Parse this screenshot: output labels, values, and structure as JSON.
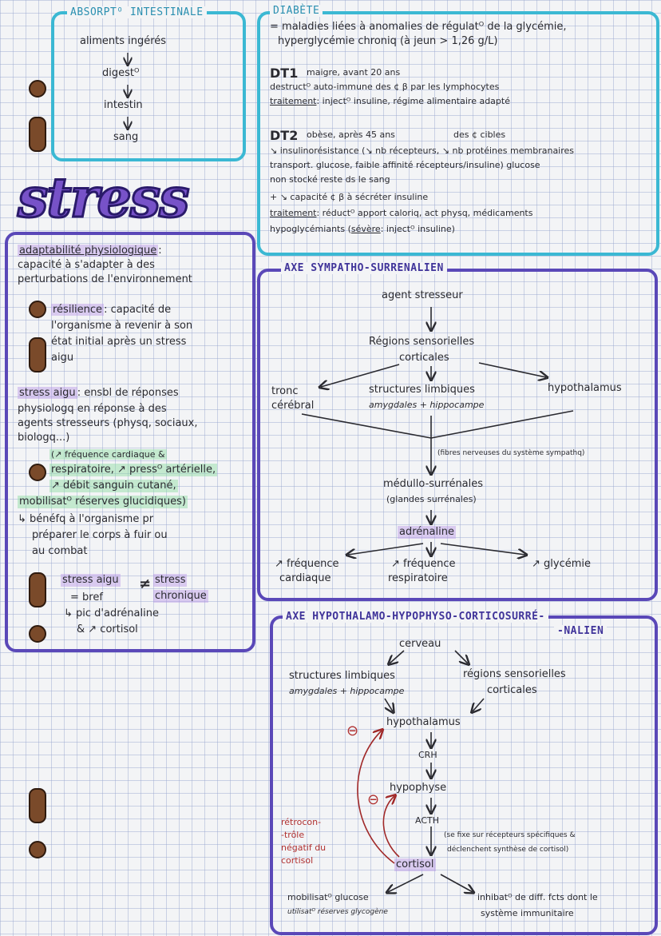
{
  "absorption": {
    "title": "ABSORPTᴼ INTESTINALE",
    "flow": [
      "aliments ingérés",
      "digestᴼ",
      "intestin",
      "sang"
    ]
  },
  "diabete": {
    "title": "DIABÈTE",
    "def_line1": "= maladies liées à anomalies de régulatᴼ de la glycémie,",
    "def_line2": "hyperglycémie chroniq (à jeun > 1,26 g/L)",
    "dt1_label": "DT1",
    "dt1_desc": "maigre, avant 20 ans",
    "dt1_line2": "destructᴼ auto-immune des ¢ β par les lymphocytes",
    "dt1_traitement_label": "traitement",
    "dt1_traitement": ": injectᴼ insuline, régime alimentaire adapté",
    "dt2_label": "DT2",
    "dt2_desc": "obèse, après 45 ans",
    "dt2_cibles": "des ¢ cibles",
    "dt2_line2": "↘ insulinorésistance (↘ nb récepteurs, ↘ nb protéines membranaires",
    "dt2_line3": "transport. glucose, faible affinité récepteurs/insuline) glucose",
    "dt2_line4": "non stocké reste ds le sang",
    "dt2_line5": "+ ↘ capacité ¢ β à sécréter insuline",
    "dt2_traitement_label": "traitement",
    "dt2_traitement": ": réductᴼ apport caloriq, act physq, médicaments",
    "dt2_line7a": "hypoglycémiants (",
    "dt2_severe": "sévère",
    "dt2_line7b": ": injectᴼ insuline)"
  },
  "stress": {
    "title": "stress",
    "adapt_label": "adaptabilité physiologique",
    "adapt_line1": "capacité à s'adapter à des",
    "adapt_line2": "perturbations de l'environnement",
    "resilience_label": "résilience",
    "resilience_line1": ": capacité de",
    "resilience_line2": "l'organisme à revenir à son",
    "resilience_line3": "état initial après un stress",
    "resilience_line4": "aigu",
    "aigu_label": "stress aigu",
    "aigu_line1": ": ensbl de réponses",
    "aigu_line2": "physiologq en réponse à des",
    "aigu_line3": "agents stresseurs (physq, sociaux,",
    "aigu_line4": "biologq...)",
    "effets_line1": "(↗ fréquence cardiaque &",
    "effets_line2": "respiratoire, ↗ pressᴼ artérielle,",
    "effets_line3": "↗ débit sanguin cutané,",
    "effets_line4": "mobilisatᴼ réserves glucidiques)",
    "benef_line1": "↳ bénéfq à l'organisme pr",
    "benef_line2": "préparer le corps à fuir ou",
    "benef_line3": "au combat",
    "compare_aigu": "stress aigu",
    "compare_neq": "≠",
    "compare_chron1": "stress",
    "compare_chron2": "chronique",
    "compare_line1": "= bref",
    "compare_line2": "↳ pic d'adrénaline",
    "compare_line3": "& ↗ cortisol"
  },
  "axe_sympatho": {
    "title": "AXE SYMPATHO-SURRENALIEN",
    "agent": "agent stresseur",
    "regions1": "Régions sensorielles",
    "regions2": "corticales",
    "tronc1": "tronc",
    "tronc2": "cérébral",
    "limbiques": "structures limbiques",
    "limbiques_sub": "amygdales + hippocampe",
    "hypothalamus": "hypothalamus",
    "fibres": "(fibres nerveuses du système sympathq)",
    "medullo": "médullo-surrénales",
    "glandes": "(glandes surrénales)",
    "adrenaline": "adrénaline",
    "freq_card1": "↗ fréquence",
    "freq_card2": "cardiaque",
    "freq_resp1": "↗ fréquence",
    "freq_resp2": "respiratoire",
    "glycemie": "↗ glycémie"
  },
  "axe_hha": {
    "title1": "AXE HYPOTHALAMO-HYPOPHYSO-CORTICOSURRÉ-",
    "title2": "-NALIEN",
    "cerveau": "cerveau",
    "limbiques": "structures limbiques",
    "limbiques_sub": "amygdales + hippocampe",
    "regions1": "régions sensorielles",
    "regions2": "corticales",
    "hypothalamus": "hypothalamus",
    "crh": "CRH",
    "hypophyse": "hypophyse",
    "acth": "ACTH",
    "fixe1": "(se fixe sur récepteurs spécifiques &",
    "fixe2": "déclenchent synthèse de cortisol)",
    "retro1": "rétrocon-",
    "retro2": "-trôle",
    "retro3": "négatif du",
    "retro4": "cortisol",
    "cortisol": "cortisol",
    "minus": "⊖",
    "mobil": "mobilisatᴼ glucose",
    "mobil_sub": "utilisatᴼ réserves glycogène",
    "inhib1": "inhibatᴼ de diff. fcts dont le",
    "inhib2": "système immunitaire"
  }
}
